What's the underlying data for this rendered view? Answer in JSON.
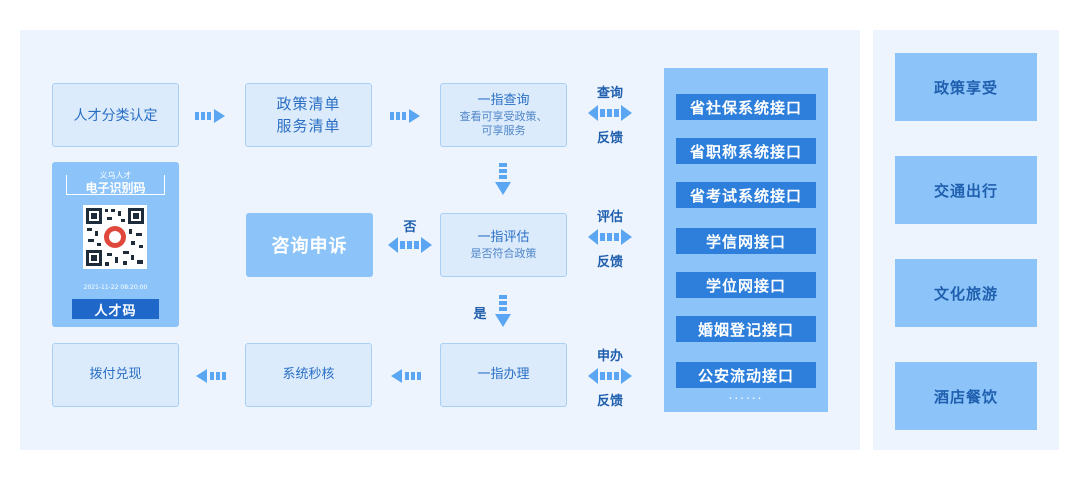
{
  "flow": {
    "talent_class": "人才分类认定",
    "policy_list": "政策清单",
    "service_list": "服务清单",
    "query_title": "一指查询",
    "query_sub_1": "查看可享受政策、",
    "query_sub_2": "可享服务",
    "appeal": "咨询申诉",
    "assess_title": "一指评估",
    "assess_sub": "是否符合政策",
    "payout": "拨付兑现",
    "review": "系统秒核",
    "handle": "一指办理",
    "no": "否",
    "yes": "是"
  },
  "exchange_labels": {
    "query": "查询",
    "feedback": "反馈",
    "evaluate": "评估",
    "apply": "申办"
  },
  "talent_card": {
    "brand": "义乌人才",
    "title": "电子识别码",
    "date": "2021-11-22 08:20:00",
    "button": "人才码"
  },
  "interfaces": [
    "省社保系统接口",
    "省职称系统接口",
    "省考试系统接口",
    "学信网接口",
    "学位网接口",
    "婚姻登记接口",
    "公安流动接口"
  ],
  "interfaces_more": "......",
  "services": [
    "政策享受",
    "交通出行",
    "文化旅游",
    "酒店餐饮"
  ]
}
